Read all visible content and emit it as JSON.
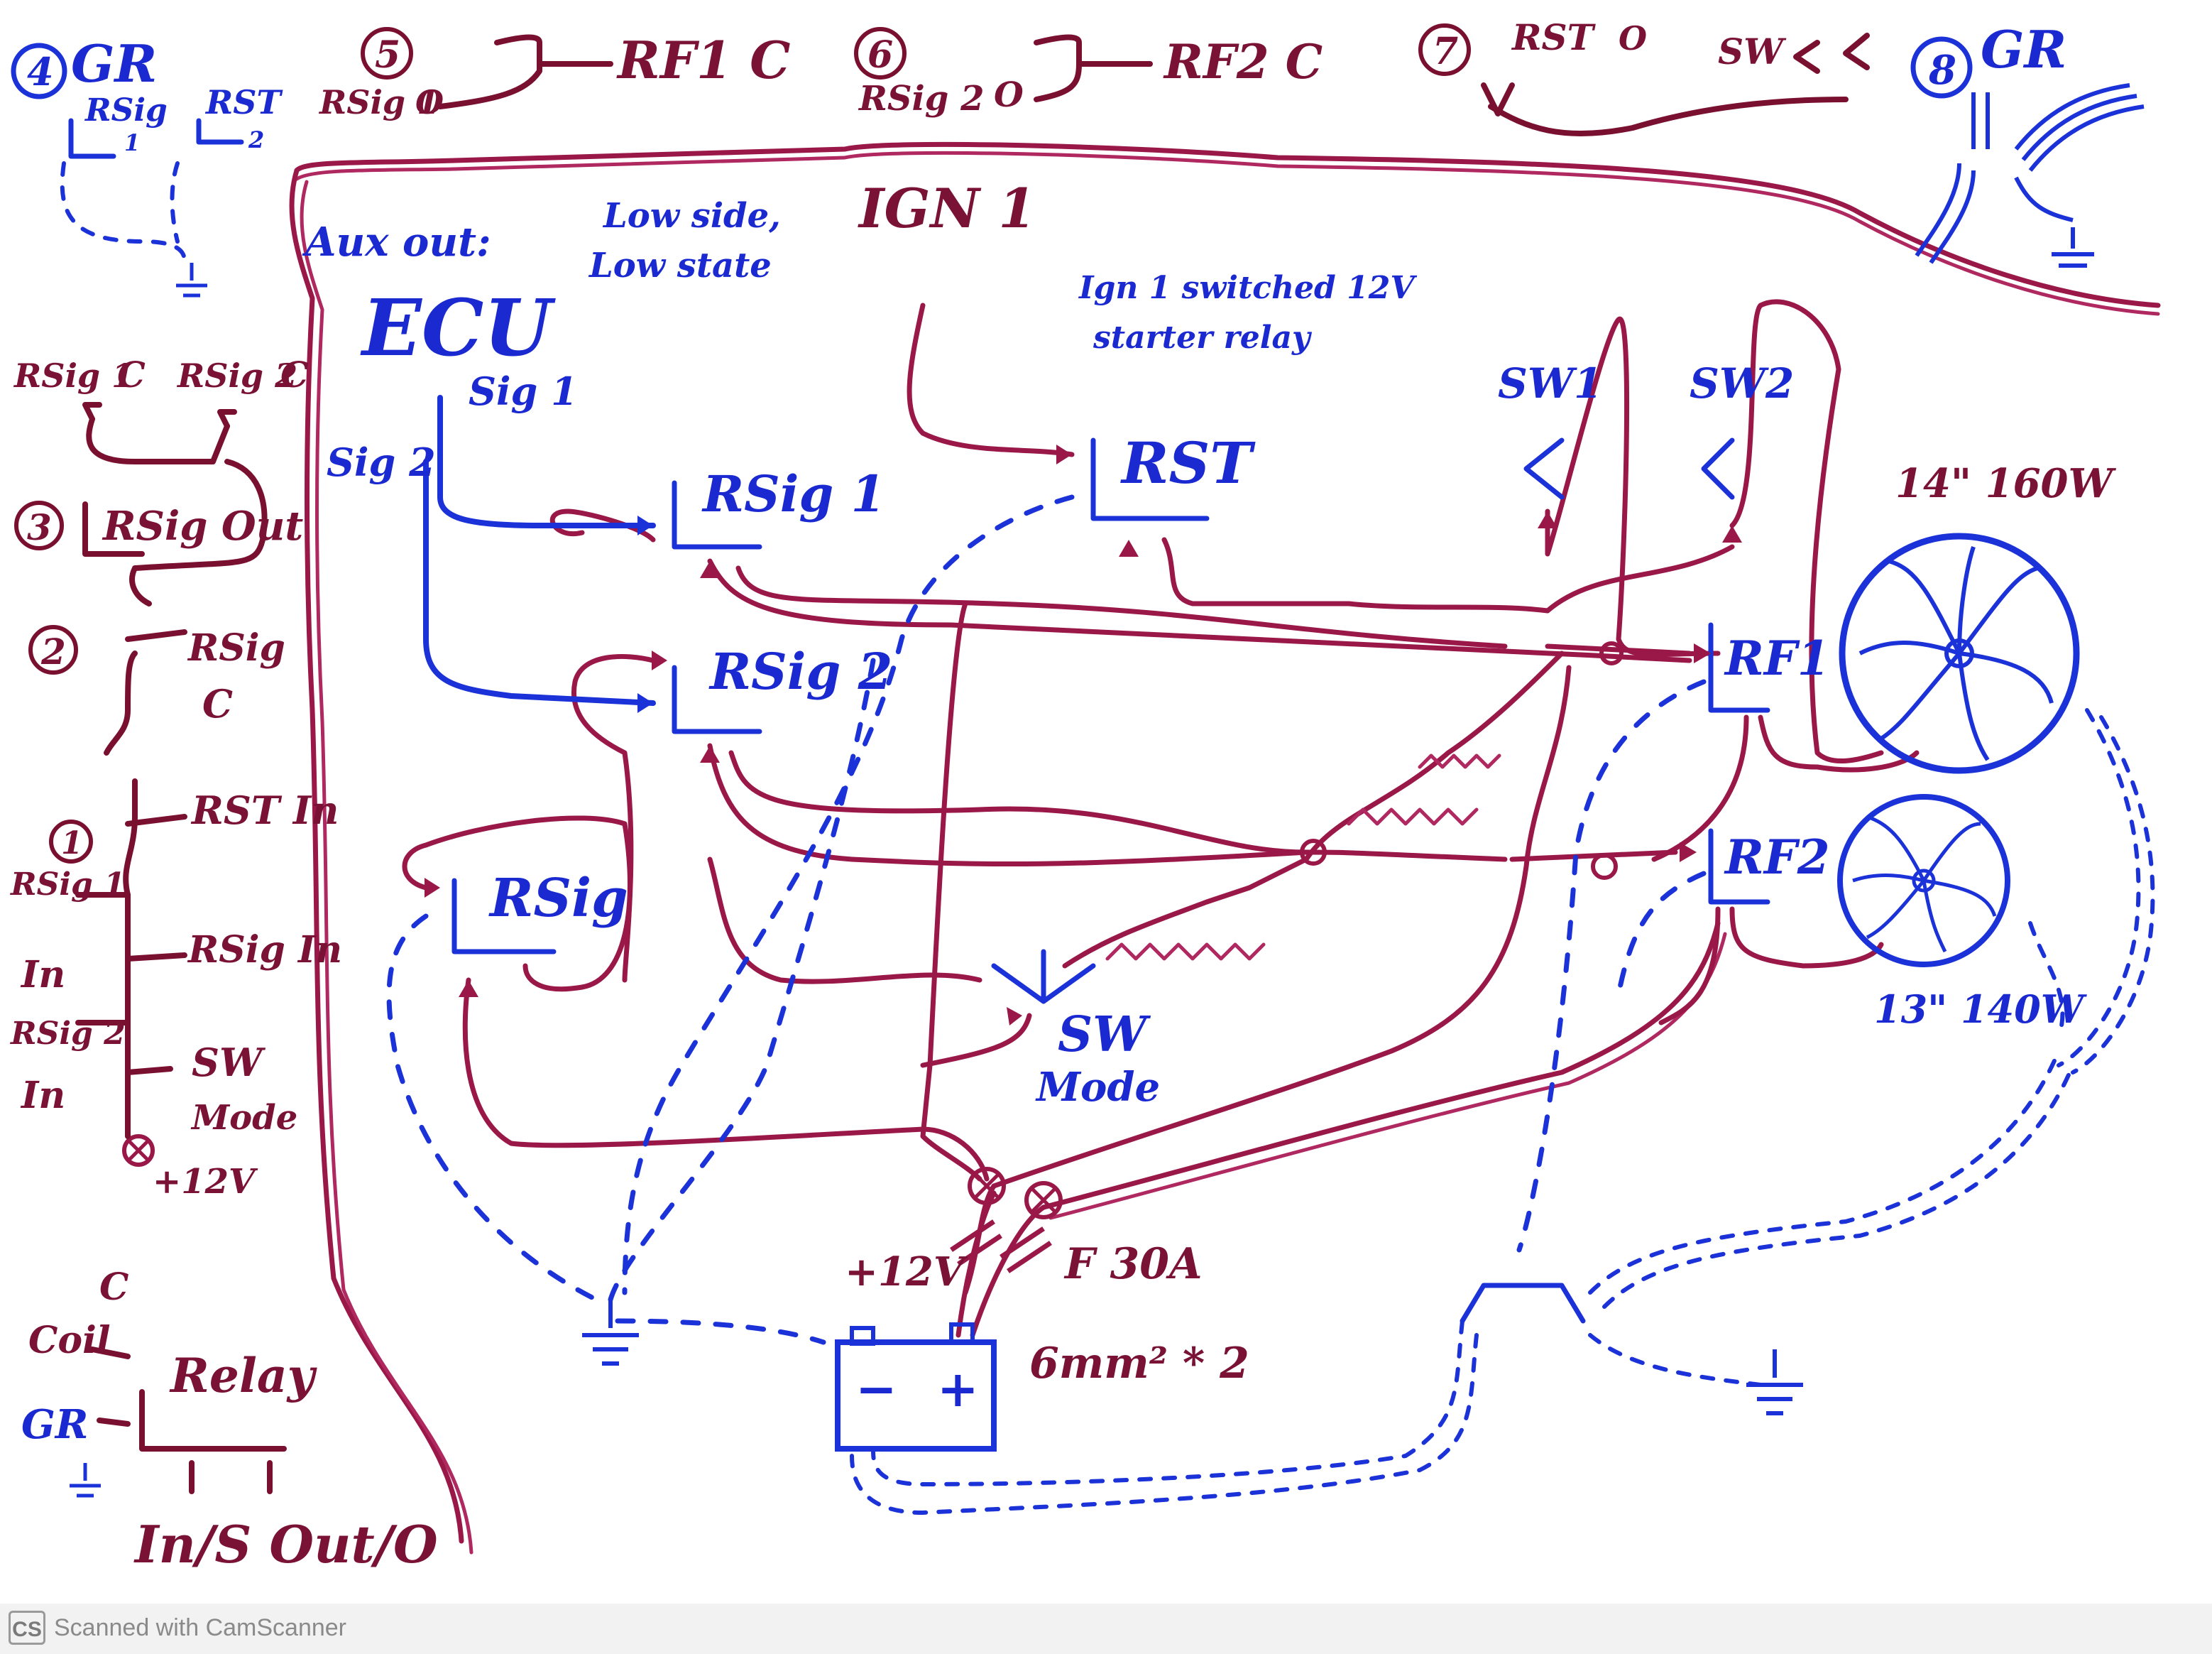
{
  "diagram": {
    "title_block": {
      "ecu": "ECU",
      "aux_note_1": "Aux out:",
      "aux_note_2": "Low side,",
      "aux_note_3": "Low state",
      "ign_label": "IGN 1",
      "ign_note_1": "Ign 1 switched 12V",
      "ign_note_2": "starter relay"
    },
    "ecu_signals": {
      "sig1": "Sig 1",
      "sig2": "Sig 2"
    },
    "relays": {
      "rsig1": "RSig 1",
      "rsig2": "RSig 2",
      "rst": "RST",
      "rsig": "RSig",
      "rf1": "RF1",
      "rf2": "RF2"
    },
    "switches": {
      "sw1": "SW1",
      "sw2": "SW2",
      "sw_mode_1": "SW",
      "sw_mode_2": "Mode"
    },
    "fans": {
      "fan1": "14\" 160W",
      "fan2": "13\" 140W"
    },
    "power": {
      "plus12": "+12V",
      "fuse": "F 30A",
      "wire": "6mm² * 2",
      "minus": "−",
      "plus": "+"
    },
    "legend": {
      "n4": "4",
      "n4_gr": "GR",
      "n4_rsig": "RSig",
      "n4_rst": "RST",
      "n4_sub": "1",
      "n4_sub2": "2",
      "n5": "5",
      "n5_rsig1": "RSig 1",
      "n5_o": "O",
      "n5_rf1c": "RF1 C",
      "n6": "6",
      "n6_rsig2": "RSig 2",
      "n6_o": "O",
      "n6_rf2c": "RF2 C",
      "n7": "7",
      "n7_rst": "RST",
      "n7_o": "O",
      "n7_sw": "SW",
      "n8": "8",
      "n8_gr": "GR",
      "n3": "3",
      "n3_rsig1c": "RSig 1",
      "n3_rsig2c": "RSig 2",
      "n3_c": "C",
      "n3_out": "RSig Out",
      "n2": "2",
      "n2_rsig": "RSig",
      "n2_c": "C",
      "n1": "1",
      "n1_rstin": "RST In",
      "n1_rsig1in_a": "RSig 1",
      "n1_rsig1in_b": "In",
      "n1_rsigin": "RSig In",
      "n1_rsig2in_a": "RSig 2",
      "n1_rsig2in_b": "In",
      "n1_sw": "SW",
      "n1_mode": "Mode",
      "n1_12v": "+12V",
      "relay_title": "Relay",
      "relay_coil": "Coil",
      "relay_c": "C",
      "relay_gr": "GR",
      "relay_io": "In/S Out/O"
    }
  },
  "footer": {
    "badge": "CS",
    "text": "Scanned with CamScanner"
  }
}
